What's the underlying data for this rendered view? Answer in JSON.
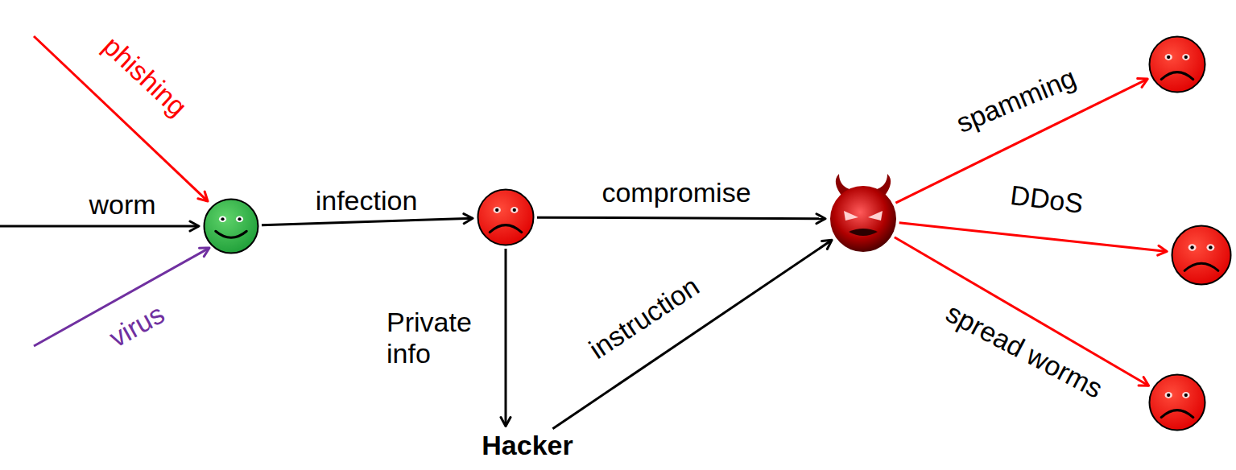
{
  "diagram": {
    "nodes": [
      {
        "text": []
      },
      {
        "text": []
      },
      {
        "text": []
      },
      {
        "text": []
      },
      {
        "text": []
      },
      {
        "text": []
      },
      {
        "text": [
          "Hacker"
        ]
      }
    ],
    "edges": [
      {
        "from": 0,
        "to": 1,
        "label": "infection",
        "arrow": "to"
      },
      {
        "from": 1,
        "to": 2,
        "label": "compromise",
        "arrow": "to"
      },
      {
        "from": 1,
        "to": 6,
        "label": "Private info",
        "arrow": "to"
      },
      {
        "from": 6,
        "to": 2,
        "label": "instruction",
        "arrow": "to"
      },
      {
        "from": 2,
        "to": 3,
        "label": "spamming",
        "arrow": "to"
      },
      {
        "from": 2,
        "to": 4,
        "label": "DDoS",
        "arrow": "to"
      },
      {
        "from": 2,
        "to": 5,
        "label": "spread worms",
        "arrow": "to"
      }
    ],
    "labels": [
      "phishing",
      "worm",
      "virus"
    ]
  }
}
